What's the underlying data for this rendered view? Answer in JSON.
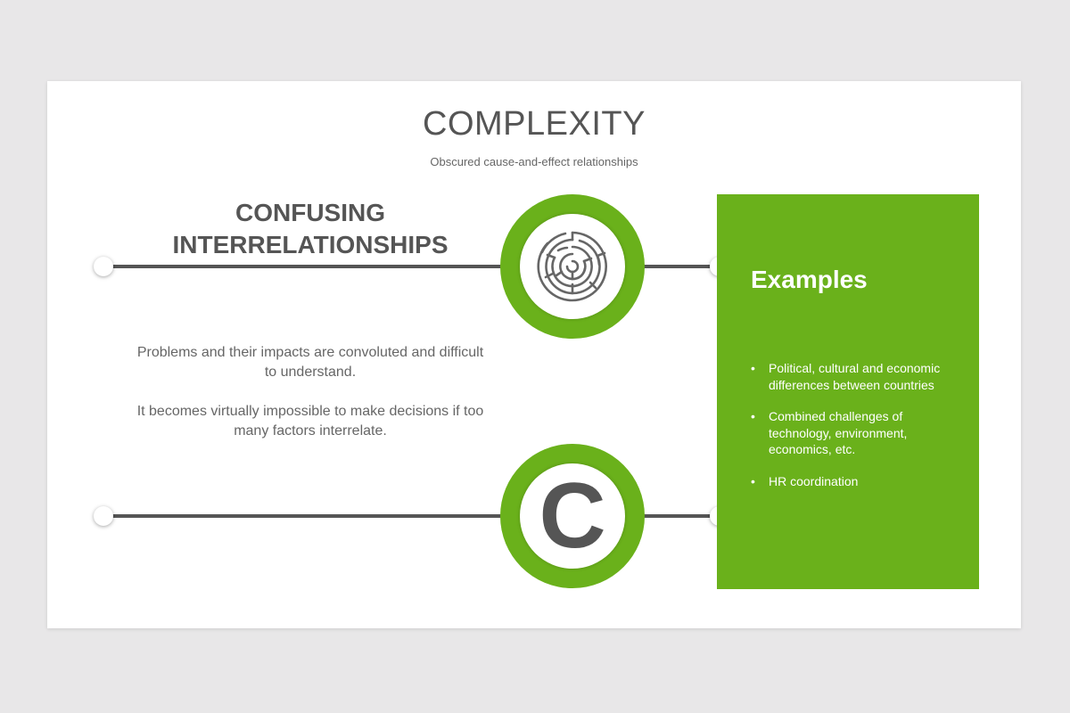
{
  "title": "COMPLEXITY",
  "subtitle": "Obscured cause-and-effect relationships",
  "heading": {
    "line1": "CONFUSING",
    "line2": "INTERRELATIONSHIPS"
  },
  "paragraphs": [
    "Problems and their impacts are convoluted and difficult to understand.",
    "It becomes virtually impossible to make decisions if too many factors interrelate."
  ],
  "letter_icon": "C",
  "examples": {
    "title": "Examples",
    "items": [
      "Political, cultural and economic differences between countries",
      "Combined challenges of technology, environment, economics, etc.",
      "HR coordination"
    ],
    "bullet": "•"
  },
  "icons": {
    "top_ring": "maze-icon",
    "bottom_ring": "letter-c-icon"
  },
  "colors": {
    "accent_green": "#6ab11b",
    "text_gray": "#555555",
    "background": "#e8e7e8"
  }
}
